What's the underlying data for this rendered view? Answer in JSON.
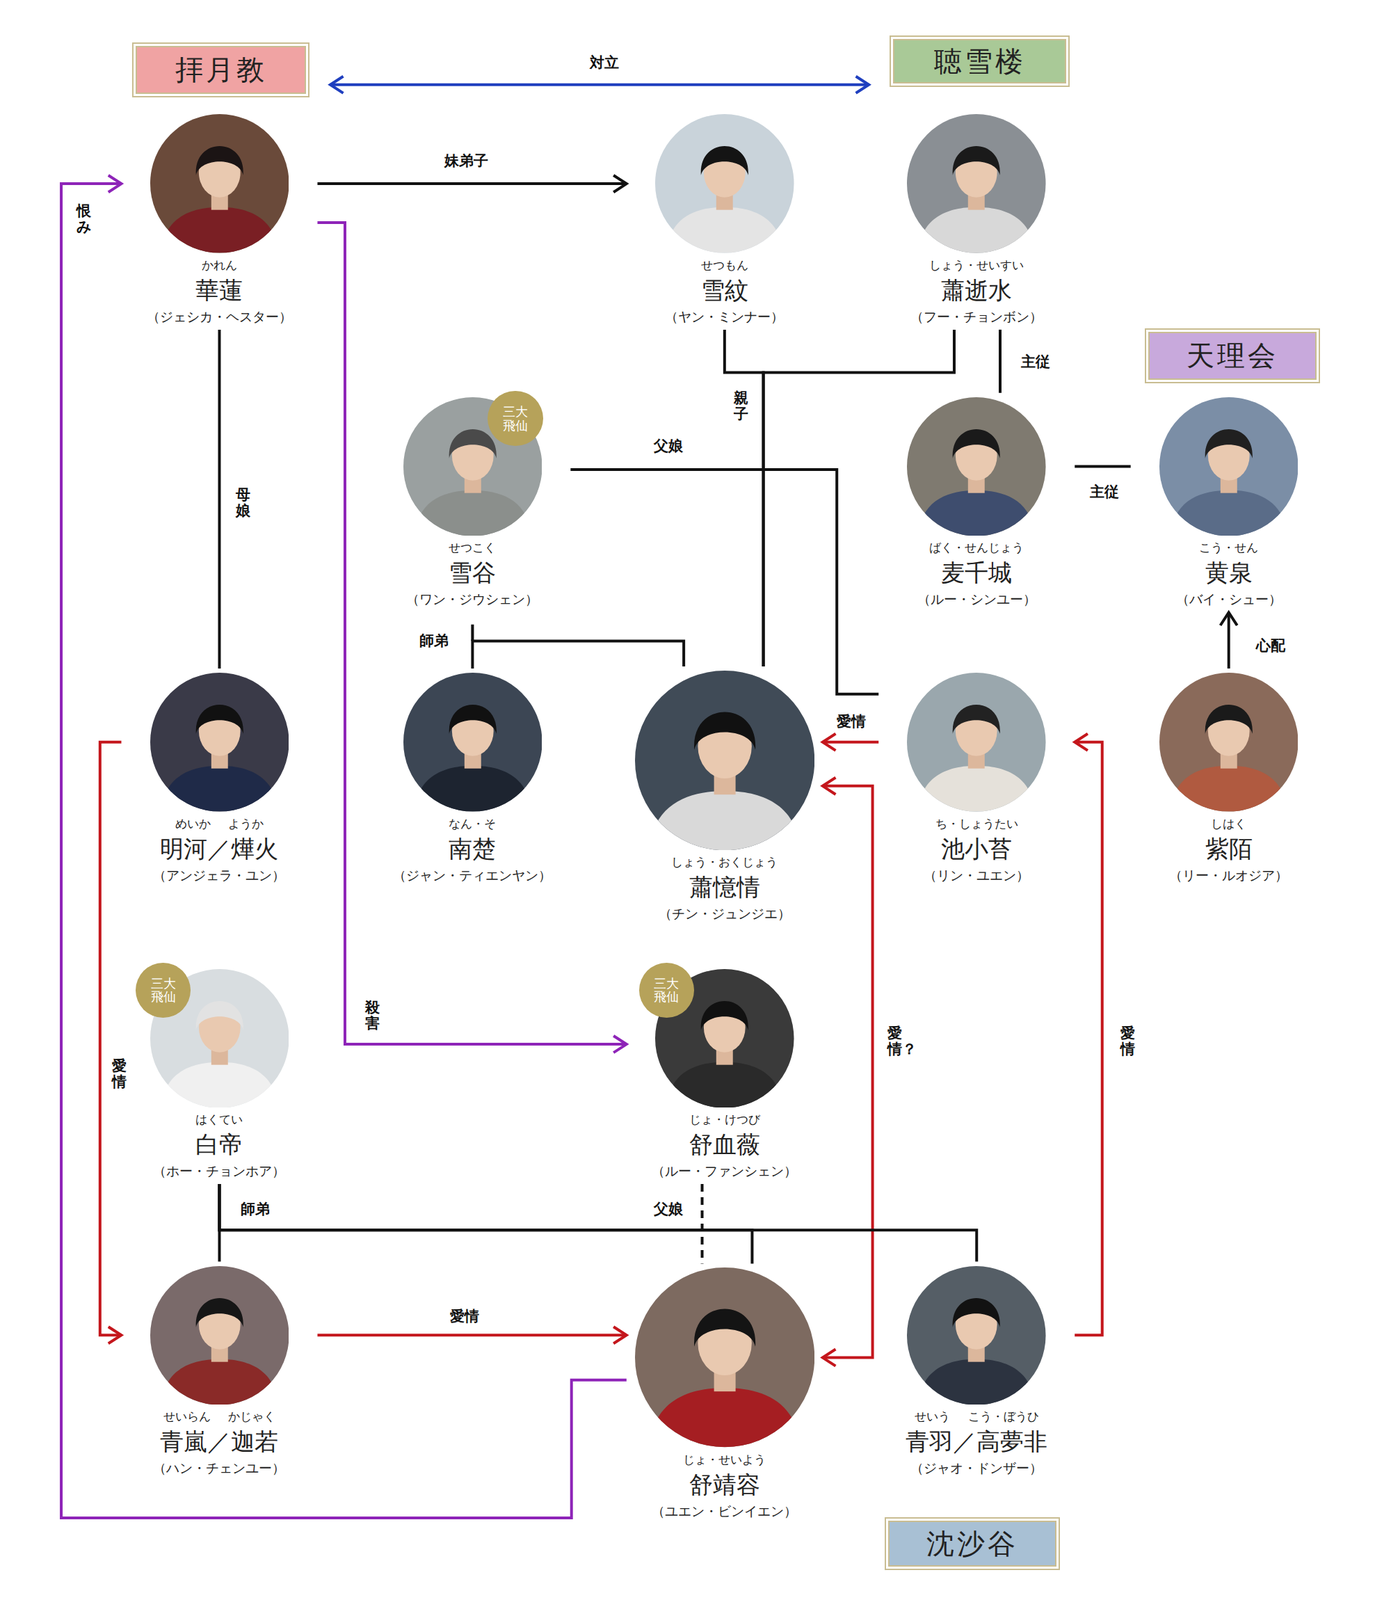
{
  "diagram": {
    "nodes": [
      {
        "text": [
          "拝月教"
        ]
      },
      {
        "text": [
          "かれん",
          "華蓮",
          "（ジェシカ・ヘスター）"
        ],
        "in": 0
      },
      {
        "text": [
          "めいか ようか",
          "明河／燁火",
          "（アンジェラ・ユン）"
        ],
        "in": 0
      },
      {
        "text": [
          "せつもん",
          "雪紋",
          "（ヤン・ミンナー）"
        ]
      },
      {
        "text": [
          "聴雪楼"
        ]
      },
      {
        "text": [
          "しょう・せいすい",
          "蕭逝水",
          "（フー・チョンボン）"
        ],
        "in": 4
      },
      {
        "text": [
          "天理会"
        ]
      },
      {
        "text": [
          "ばく・せんじょう",
          "麦千城",
          "（ルー・シンユー）"
        ],
        "in": 6
      },
      {
        "text": [
          "こう・せん",
          "黄泉",
          "（バイ・シュー）"
        ],
        "in": 6
      },
      {
        "text": [
          "せつこく",
          "雪谷",
          "（ワン・ジウシェン）"
        ]
      },
      {
        "text": [
          "三大 飛仙"
        ],
        "in": 9
      },
      {
        "text": [
          "なん・そ",
          "南楚",
          "（ジャン・ティエンヤン）"
        ],
        "in": 4
      },
      {
        "text": [
          "しょう・おくじょう",
          "蕭憶情",
          "（チン・ジュンジエ）"
        ],
        "in": 4
      },
      {
        "text": [
          "ち・しょうたい",
          "池小苔",
          "（リン・ユエン）"
        ],
        "in": 4
      },
      {
        "text": [
          "しはく",
          "紫陌",
          "（リー・ルオジア）"
        ],
        "in": 4
      },
      {
        "text": [
          "沈沙谷"
        ]
      },
      {
        "text": [
          "はくてい",
          "白帝",
          "（ホー・チョンホア）"
        ],
        "in": 15
      },
      {
        "text": [
          "三大 飛仙"
        ],
        "in": 16
      },
      {
        "text": [
          "じょ・けつび",
          "舒血薇",
          "（ルー・ファンシェン）"
        ]
      },
      {
        "text": [
          "三大 飛仙"
        ],
        "in": 18
      },
      {
        "text": [
          "せいらん かじゃく",
          "青嵐／迦若",
          "（ハン・チェンユー）"
        ],
        "in": 15
      },
      {
        "text": [
          "じょ・せいよう",
          "舒靖容",
          "（ユエン・ビンイエン）"
        ],
        "in": 15
      },
      {
        "text": [
          "せいう こう・ぼうひ",
          "青羽／高夢非",
          "（ジャオ・ドンザー）"
        ],
        "in": 15
      }
    ],
    "edges": [
      {
        "from": 0,
        "to": 4,
        "label": "対立",
        "arrow": "both"
      },
      {
        "from": 1,
        "to": 3,
        "label": "妹弟子",
        "arrow": "to"
      },
      {
        "from": 1,
        "to": 2,
        "label": "母娘",
        "arrow": "none"
      },
      {
        "from": 3,
        "to": 12,
        "label": "親子",
        "arrow": "none"
      },
      {
        "from": 5,
        "to": 12,
        "arrow": "none"
      },
      {
        "from": 5,
        "to": 7,
        "label": "主従",
        "arrow": "none"
      },
      {
        "from": 7,
        "to": 8,
        "label": "主従",
        "arrow": "none"
      },
      {
        "from": 9,
        "to": 13,
        "label": "父娘",
        "arrow": "none"
      },
      {
        "from": 11,
        "to": 12,
        "label": "師弟",
        "arrow": "none"
      },
      {
        "from": 13,
        "to": 12,
        "label": "愛情",
        "arrow": "to"
      },
      {
        "from": 14,
        "to": 8,
        "label": "心配",
        "arrow": "to"
      },
      {
        "from": 1,
        "to": 18,
        "label": "殺害",
        "arrow": "to"
      },
      {
        "from": 21,
        "to": 1,
        "label": "恨み",
        "arrow": "to"
      },
      {
        "from": 2,
        "to": 20,
        "label": "愛情",
        "arrow": "to"
      },
      {
        "from": 20,
        "to": 21,
        "label": "愛情",
        "arrow": "to"
      },
      {
        "from": 21,
        "to": 12,
        "label": "愛情？",
        "arrow": "both"
      },
      {
        "from": 22,
        "to": 13,
        "label": "愛情",
        "arrow": "to"
      },
      {
        "from": 16,
        "to": 20,
        "label": "師弟",
        "arrow": "none"
      },
      {
        "from": 16,
        "to": 21,
        "arrow": "none"
      },
      {
        "from": 16,
        "to": 22,
        "arrow": "none"
      },
      {
        "from": 18,
        "to": 21,
        "label": "父娘",
        "arrow": "none"
      }
    ]
  }
}
